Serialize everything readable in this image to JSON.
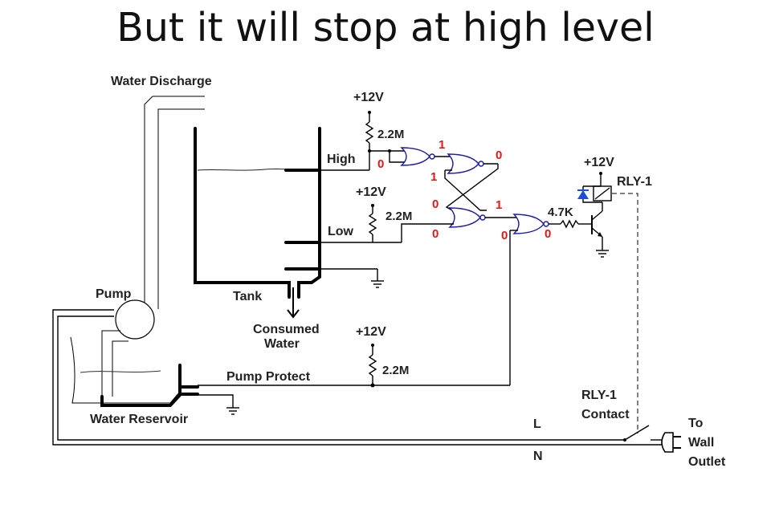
{
  "slide": {
    "title": "But it will stop at high level"
  },
  "labels": {
    "water_discharge": "Water Discharge",
    "pump": "Pump",
    "tank": "Tank",
    "consumed_water_line1": "Consumed",
    "consumed_water_line2": "Water",
    "water_reservoir": "Water Reservoir",
    "pump_protect": "Pump Protect",
    "high": "High",
    "low": "Low",
    "line_l": "L",
    "line_n": "N",
    "to_wall_outlet_line1": "To",
    "to_wall_outlet_line2": "Wall",
    "to_wall_outlet_line3": "Outlet",
    "relay": "RLY-1",
    "relay_contact_line1": "RLY-1",
    "relay_contact_line2": "Contact"
  },
  "supplies": {
    "v_high": "+12V",
    "v_low": "+12V",
    "v_protect": "+12V",
    "v_relay": "+12V"
  },
  "resistors": {
    "r_high": "2.2M",
    "r_low": "2.2M",
    "r_protect": "2.2M",
    "r_base": "4.7K"
  },
  "logic_states": {
    "high_input": "0",
    "gate1_in_top": "1",
    "gate1_out": "0",
    "latch_cross_in": "1",
    "latch_low_in_top": "0",
    "latch_out": "1",
    "low_input": "0",
    "final_in_protect": "0",
    "final_out": "0"
  },
  "colors": {
    "logic_state": "#e01818",
    "gate_outline": "#1a1aa8",
    "led": "#1a4fd8"
  }
}
